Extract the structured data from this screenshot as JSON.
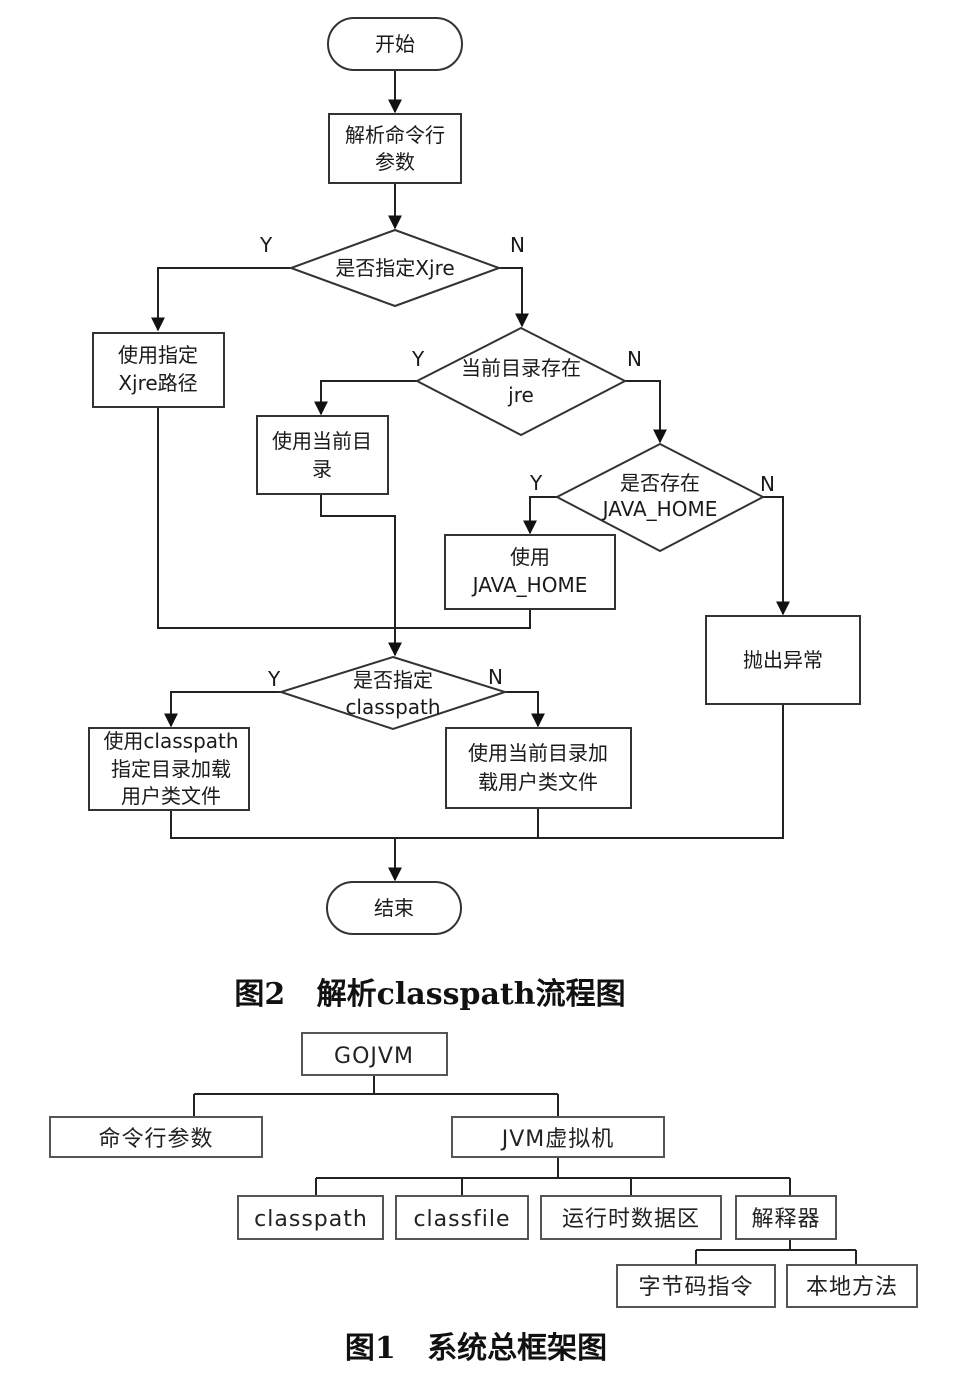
{
  "flowchart": {
    "start": "开始",
    "parse": [
      "解析命令行",
      "参数"
    ],
    "d_xjre": "是否指定Xjre",
    "use_xjre": [
      "使用指定",
      "Xjre路径"
    ],
    "d_cur_jre": [
      "当前目录存在",
      "jre"
    ],
    "use_cur": [
      "使用当前目",
      "录"
    ],
    "d_java_home": [
      "是否存在",
      "JAVA_HOME"
    ],
    "use_java_home": [
      "使用",
      "JAVA_HOME"
    ],
    "throw": "抛出异常",
    "d_classpath": [
      "是否指定",
      "classpath"
    ],
    "use_cp_dir": [
      "使用classpath",
      "指定目录加载",
      "用户类文件"
    ],
    "use_cur_dir": [
      "使用当前目录加",
      "载用户类文件"
    ],
    "end": "结束",
    "yes": "Y",
    "no": "N",
    "caption": "图2   解析classpath流程图"
  },
  "framework": {
    "root": "GOJVM",
    "cli": "命令行参数",
    "jvm": "JVM虚拟机",
    "classpath": "classpath",
    "classfile": "classfile",
    "runtime": "运行时数据区",
    "interpreter": "解释器",
    "bytecode": "字节码指令",
    "native": "本地方法",
    "caption": "图1   系统总框架图"
  }
}
